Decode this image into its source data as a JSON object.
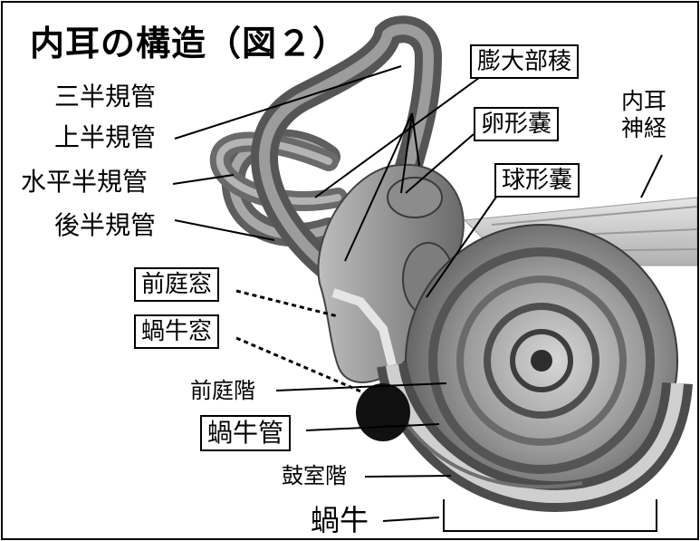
{
  "title": "内耳の構造（図２）",
  "labels": {
    "semicircular_canals": "三半規管",
    "anterior_canal": "上半規管",
    "horizontal_canal": "水平半規管",
    "posterior_canal": "後半規管",
    "ampulla": "膨大部稜",
    "utricle": "卵形嚢",
    "saccule": "球形嚢",
    "inner_ear_nerve": "内耳\n神経",
    "oval_window": "前庭窓",
    "round_window": "蝸牛窓",
    "scala_vestibuli": "前庭階",
    "cochlear_duct": "蝸牛管",
    "scala_tympani": "鼓室階",
    "cochlea": "蝸牛"
  },
  "colors": {
    "line": "#000000",
    "border": "#000000",
    "background": "#ffffff"
  }
}
